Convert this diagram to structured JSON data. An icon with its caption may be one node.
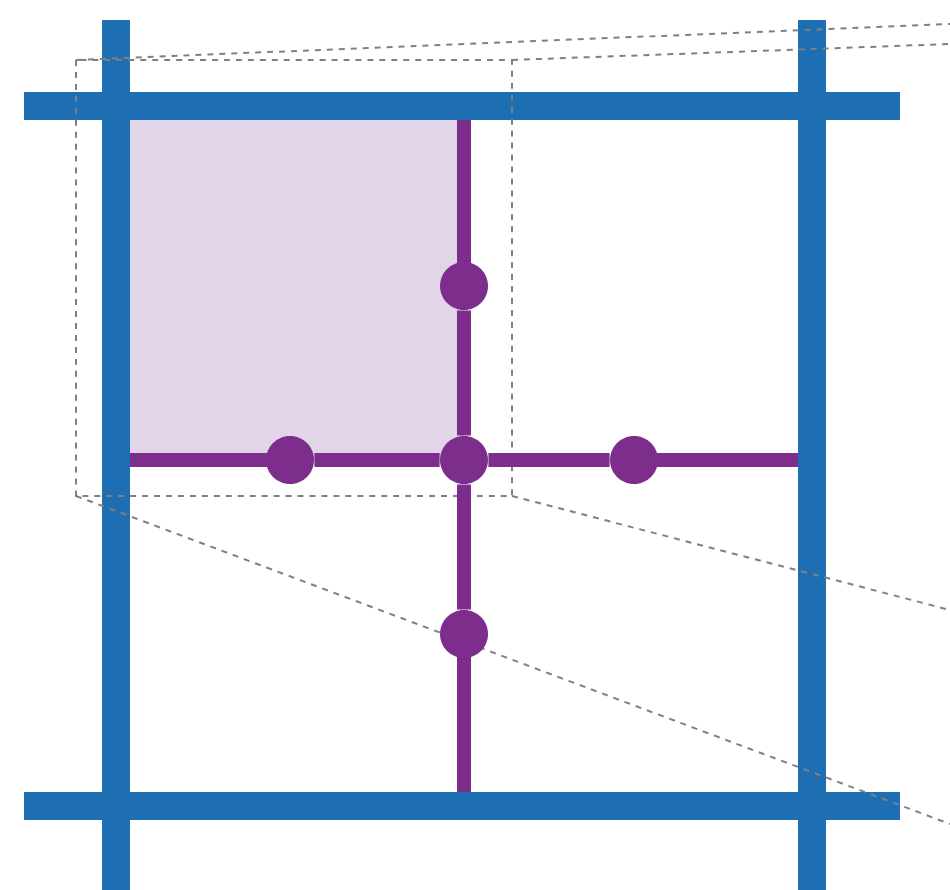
{
  "diagram": {
    "nodes": [
      {
        "text": [],
        "shape": "box"
      },
      {
        "text": [],
        "shape": "circle"
      },
      {
        "text": [],
        "shape": "circle"
      },
      {
        "text": [],
        "shape": "circle"
      },
      {
        "text": [],
        "shape": "circle"
      },
      {
        "text": [],
        "shape": "circle"
      }
    ],
    "edges": [
      {
        "from": 1,
        "to": 3,
        "arrow": "none"
      },
      {
        "from": 2,
        "to": 3,
        "arrow": "none"
      },
      {
        "from": 3,
        "to": 4,
        "arrow": "none"
      },
      {
        "from": 3,
        "to": 5,
        "arrow": "none"
      }
    ]
  }
}
